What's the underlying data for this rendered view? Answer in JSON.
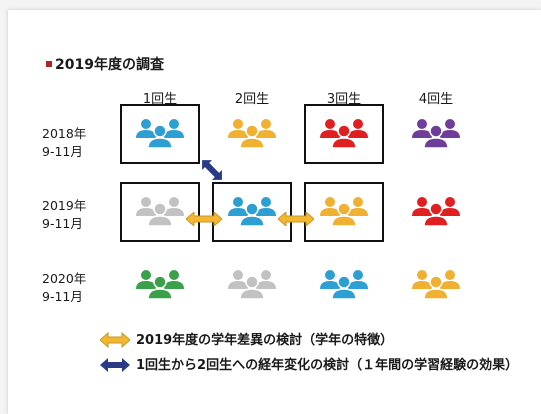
{
  "title": "2019年度の調査",
  "colors": {
    "title_marker": "#b22222",
    "blue": "#2e9fd3",
    "orange": "#f0b032",
    "red": "#e02020",
    "purple": "#6f3e9a",
    "gray": "#c2c2c2",
    "green": "#3aa049",
    "gold_arrow": "#f4b830",
    "gold_arrow_border": "#c7952a",
    "navy_arrow": "#2b3a86"
  },
  "columns": [
    "1回生",
    "2回生",
    "3回生",
    "4回生"
  ],
  "rows": [
    {
      "year": "2018年",
      "period": "9-11月",
      "cells": [
        {
          "color": "blue",
          "boxed": true,
          "icon": "people-group-icon"
        },
        {
          "color": "orange",
          "boxed": false,
          "icon": "people-group-icon"
        },
        {
          "color": "red",
          "boxed": true,
          "icon": "people-group-icon"
        },
        {
          "color": "purple",
          "boxed": false,
          "icon": "people-group-icon"
        }
      ]
    },
    {
      "year": "2019年",
      "period": "9-11月",
      "cells": [
        {
          "color": "gray",
          "boxed": true,
          "icon": "people-group-icon"
        },
        {
          "color": "blue",
          "boxed": true,
          "icon": "people-group-icon"
        },
        {
          "color": "orange",
          "boxed": true,
          "icon": "people-group-icon"
        },
        {
          "color": "red",
          "boxed": false,
          "icon": "people-group-icon"
        }
      ]
    },
    {
      "year": "2020年",
      "period": "9-11月",
      "cells": [
        {
          "color": "green",
          "boxed": false,
          "icon": "people-group-icon"
        },
        {
          "color": "gray",
          "boxed": false,
          "icon": "people-group-icon"
        },
        {
          "color": "blue",
          "boxed": false,
          "icon": "people-group-icon"
        },
        {
          "color": "orange",
          "boxed": false,
          "icon": "people-group-icon"
        }
      ]
    }
  ],
  "legend": [
    {
      "icon": "gold-double-arrow-icon",
      "text": "2019年度の学年差異の検討（学年の特徴）"
    },
    {
      "icon": "navy-double-arrow-icon",
      "text": "1回生から2回生への経年変化の検討（１年間の学習経験の効果）"
    }
  ]
}
